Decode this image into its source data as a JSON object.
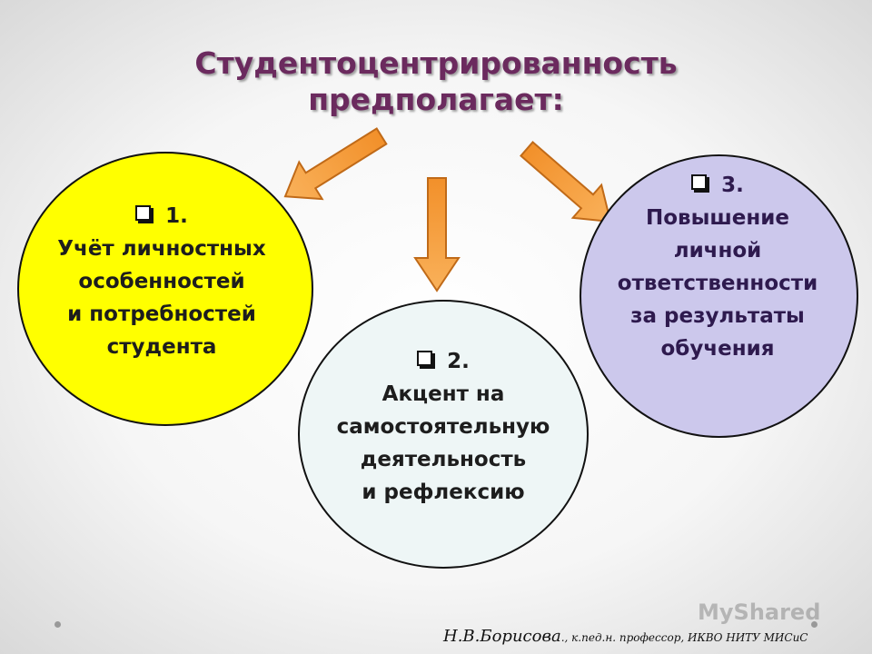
{
  "title": {
    "line1": "Студентоцентрированность",
    "line2": "предполагает:"
  },
  "items": [
    {
      "marker": "1.",
      "lines": [
        "Учёт личностных",
        "особенностей",
        "и потребностей",
        "студента"
      ],
      "color": "#ffff00"
    },
    {
      "marker": "2.",
      "lines": [
        "Акцент на",
        "самостоятельную",
        "деятельность",
        "и рефлексию"
      ],
      "color": "#eef6f6"
    },
    {
      "marker": "3.",
      "lines": [
        "Повышение",
        "личной",
        "ответственности",
        "за результаты",
        "обучения"
      ],
      "color": "#ccc8ec"
    }
  ],
  "arrow_color": "#f7a040",
  "footer": {
    "name": "Н.В.Борисова",
    "details": "., к.пед.н. профессор, ИКВО НИТУ МИСиС"
  },
  "watermark": "MyShared",
  "icons": [
    "checkbox-bullet-icon",
    "arrow-icon"
  ]
}
